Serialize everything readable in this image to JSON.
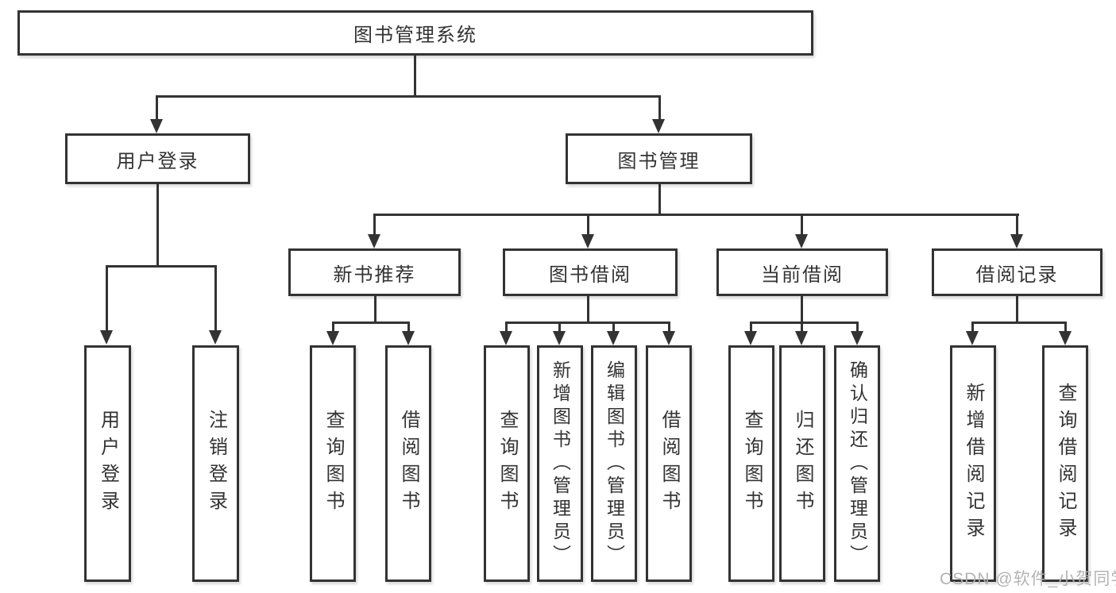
{
  "nodes": {
    "root": "图书管理系统",
    "user_login": "用户登录",
    "book_mgmt": "图书管理",
    "new_book_rec": "新书推荐",
    "book_borrow": "图书借阅",
    "current_borrow": "当前借阅",
    "borrow_records": "借阅记录",
    "leaf_user_login": "用户登录",
    "leaf_logout": "注销登录",
    "leaf_nbr_query": "查询图书",
    "leaf_nbr_borrow": "借阅图书",
    "leaf_bb_query": "查询图书",
    "leaf_bb_add": "新增图书（管理员）",
    "leaf_bb_edit": "编辑图书（管理员）",
    "leaf_bb_borrow": "借阅图书",
    "leaf_cb_query": "查询图书",
    "leaf_cb_return": "归还图书",
    "leaf_cb_confirm": "确认归还（管理员）",
    "leaf_br_add": "新增借阅记录",
    "leaf_br_query": "查询借阅记录"
  },
  "hierarchy": {
    "label": "图书管理系统",
    "children": [
      {
        "label": "用户登录",
        "children": [
          {
            "label": "用户登录"
          },
          {
            "label": "注销登录"
          }
        ]
      },
      {
        "label": "图书管理",
        "children": [
          {
            "label": "新书推荐",
            "children": [
              {
                "label": "查询图书"
              },
              {
                "label": "借阅图书"
              }
            ]
          },
          {
            "label": "图书借阅",
            "children": [
              {
                "label": "查询图书"
              },
              {
                "label": "新增图书（管理员）"
              },
              {
                "label": "编辑图书（管理员）"
              },
              {
                "label": "借阅图书"
              }
            ]
          },
          {
            "label": "当前借阅",
            "children": [
              {
                "label": "查询图书"
              },
              {
                "label": "归还图书"
              },
              {
                "label": "确认归还（管理员）"
              }
            ]
          },
          {
            "label": "借阅记录",
            "children": [
              {
                "label": "新增借阅记录"
              },
              {
                "label": "查询借阅记录"
              }
            ]
          }
        ]
      }
    ]
  },
  "watermark": {
    "text": "CSDN @软件_小贺同学"
  },
  "colors": {
    "line": "#333333",
    "box_border": "#333333",
    "text": "#333333",
    "watermark": "#b0b0b0",
    "background": "#ffffff"
  }
}
